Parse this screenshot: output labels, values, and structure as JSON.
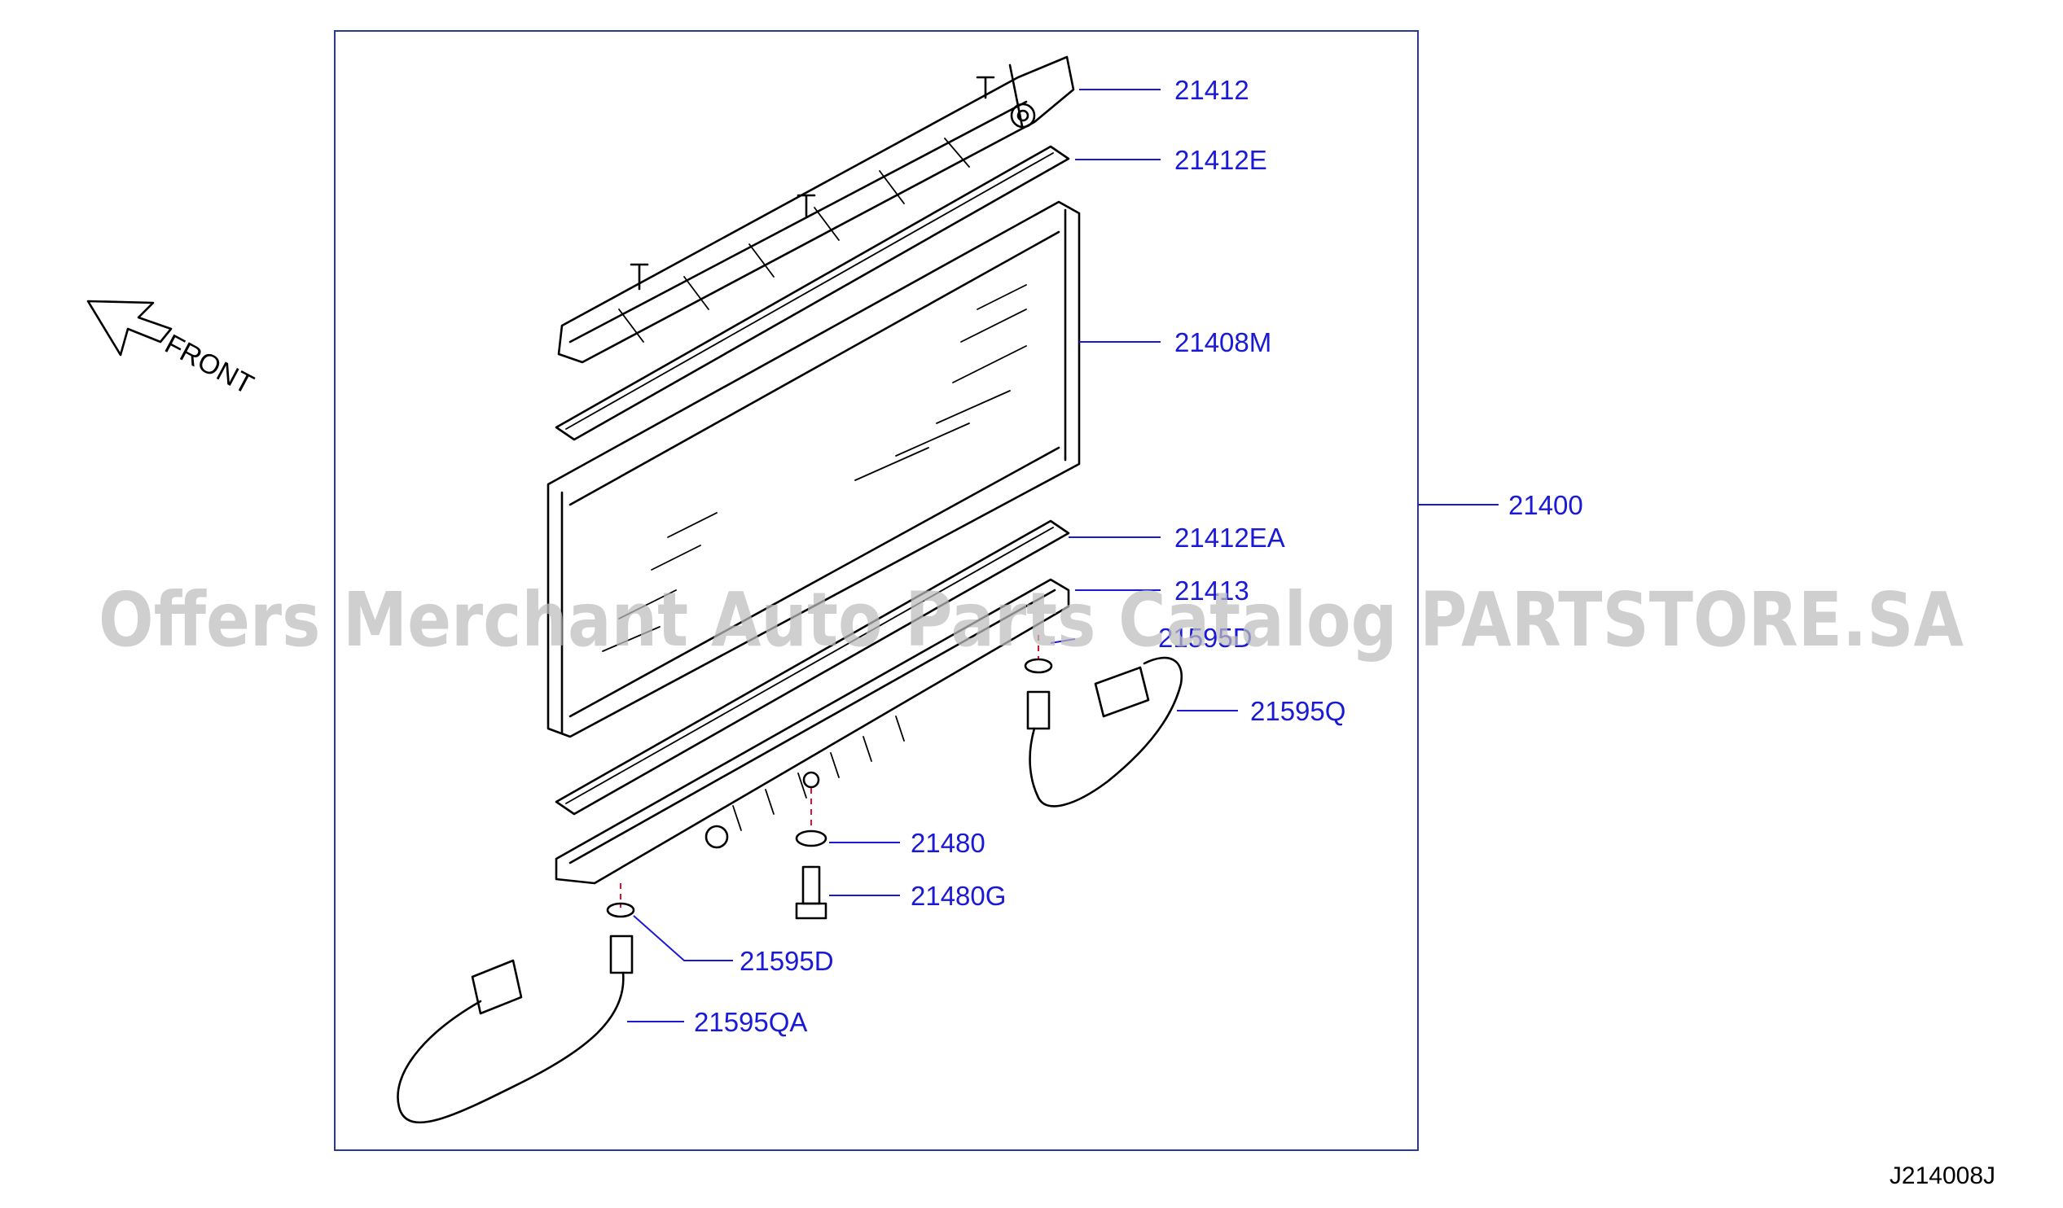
{
  "watermark": "Offers Merchant Auto Parts Catalog PARTSTORE.SA",
  "front_label": "FRONT",
  "diagram_code": "J214008J",
  "parts": {
    "p21412": "21412",
    "p21412E": "21412E",
    "p21408M": "21408M",
    "p21400": "21400",
    "p21412EA": "21412EA",
    "p21413": "21413",
    "p21595D_hidden": "21595D",
    "p21595Q": "21595Q",
    "p21480": "21480",
    "p21480G": "21480G",
    "p21595D": "21595D",
    "p21595QA": "21595QA"
  },
  "colors": {
    "label": "#1a1ad6",
    "frame": "#2a3a8c",
    "dash": "#e0102a",
    "watermark": "#bdbdbd"
  }
}
